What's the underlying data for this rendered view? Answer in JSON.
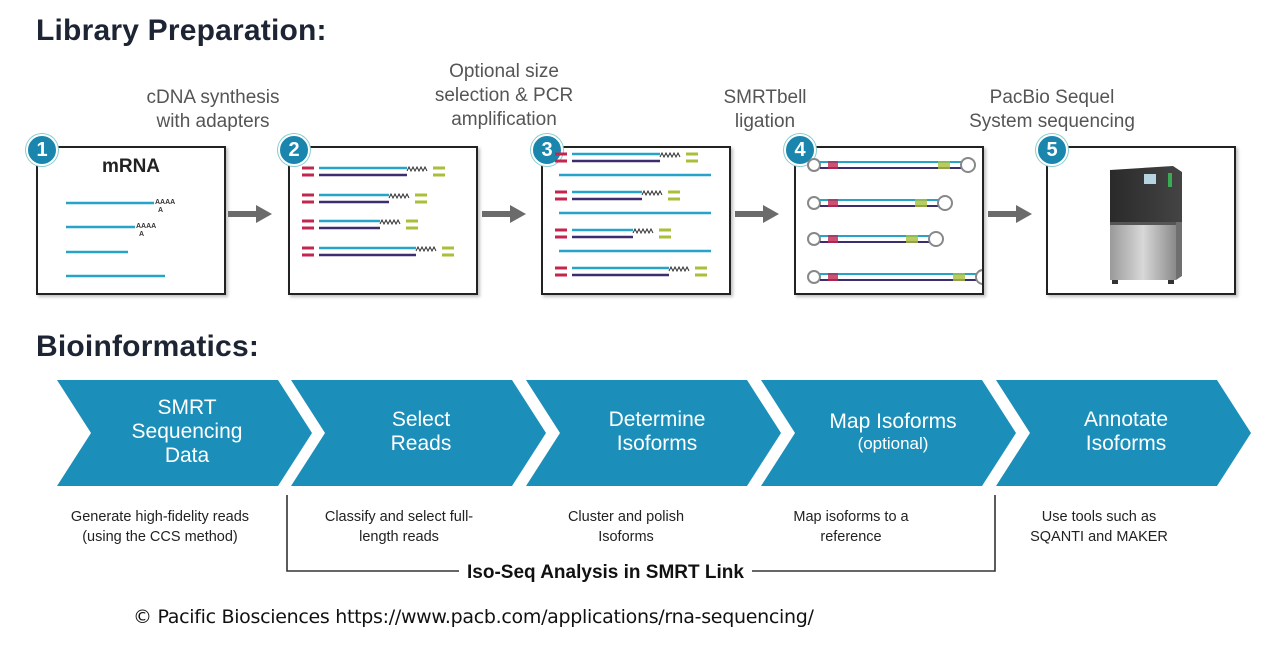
{
  "library": {
    "title": "Library Preparation:",
    "steps": [
      {
        "number": "1",
        "caption": "",
        "box_label": "mRNA"
      },
      {
        "number": "2",
        "caption": "cDNA synthesis with adapters",
        "caption_lines": [
          "cDNA synthesis",
          "with adapters"
        ]
      },
      {
        "number": "3",
        "caption": "Optional size selection & PCR amplification",
        "caption_lines": [
          "Optional size",
          "selection & PCR",
          "amplification"
        ]
      },
      {
        "number": "4",
        "caption": "SMRTbell ligation",
        "caption_lines": [
          "SMRTbell",
          "ligation"
        ]
      },
      {
        "number": "5",
        "caption": "PacBio Sequel System sequencing",
        "caption_lines": [
          "PacBio Sequel",
          "System sequencing"
        ]
      }
    ],
    "polyA_label": "AAAA"
  },
  "bioinformatics": {
    "title": "Bioinformatics:",
    "stages": [
      {
        "lines": [
          "SMRT",
          "Sequencing",
          "Data"
        ],
        "sub": "",
        "desc_lines": [
          "Generate high-fidelity reads",
          "(using the CCS method)"
        ]
      },
      {
        "lines": [
          "Select",
          "Reads"
        ],
        "sub": "",
        "desc_lines": [
          "Classify and select full-",
          "length reads"
        ]
      },
      {
        "lines": [
          "Determine",
          "Isoforms"
        ],
        "sub": "",
        "desc_lines": [
          "Cluster and polish",
          "Isoforms"
        ]
      },
      {
        "lines": [
          "Map Isoforms"
        ],
        "sub": "(optional)",
        "desc_lines": [
          "Map isoforms to a",
          "reference"
        ]
      },
      {
        "lines": [
          "Annotate",
          "Isoforms"
        ],
        "sub": "",
        "desc_lines": [
          "Use tools such as",
          "SQANTI and MAKER"
        ]
      }
    ],
    "bracket_label": "Iso-Seq Analysis in SMRT Link"
  },
  "footer": {
    "credit": "© Pacific Biosciences https://www.pacb.com/applications/rna-sequencing/"
  },
  "colors": {
    "chevron": "#1b8fb9",
    "badge": "#1a86ad",
    "strand_top": "#27a3c9",
    "strand_bottom": "#3d2d6e",
    "adapter_left": "#c2264f",
    "adapter_right": "#a9bf3a",
    "title": "#1d2433"
  }
}
